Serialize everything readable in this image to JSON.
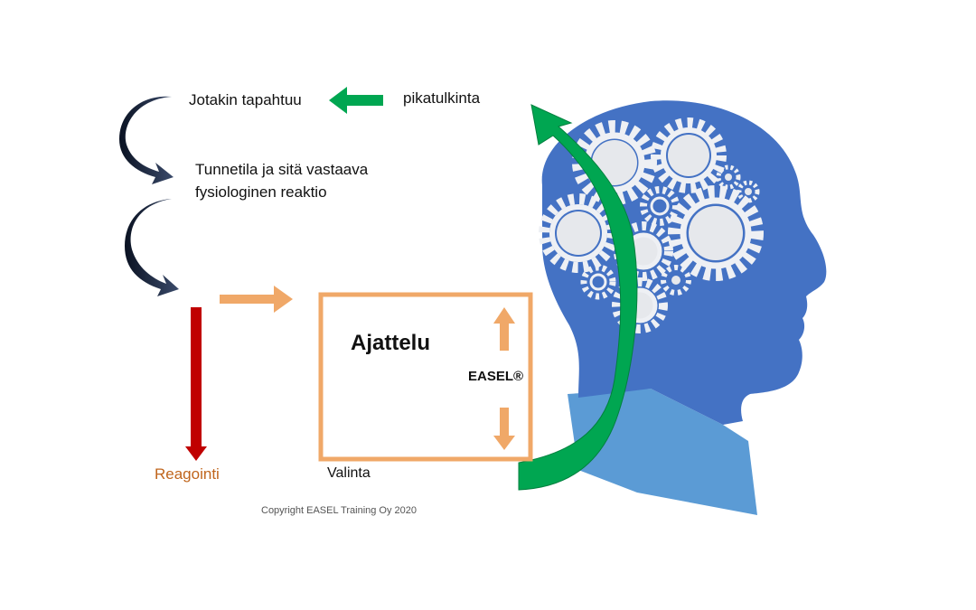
{
  "labels": {
    "event": "Jotakin tapahtuu",
    "quick_interpretation": "pikatulkinta",
    "emotion": "Tunnetila ja sitä vastaava fysiologinen reaktio",
    "thinking": "Ajattelu",
    "easel": "EASEL®",
    "reaction": "Reagointi",
    "choice": "Valinta",
    "copyright": "Copyright EASEL Training Oy 2020"
  },
  "colors": {
    "head": "#4472c4",
    "neck": "#5b9bd5",
    "gear": "#eef0f4",
    "thinking_box": "#f0a868",
    "quick_arrow": "#00a651",
    "reaction_arrow": "#c00000",
    "curved_arrow": "#0d1a33",
    "reaction_text": "#c0651c"
  },
  "icons": [
    "gear-icon",
    "curved-arrow-icon",
    "arrow-left-icon",
    "arrow-right-icon",
    "arrow-up-icon",
    "arrow-down-icon",
    "arrow-down-red-icon"
  ]
}
